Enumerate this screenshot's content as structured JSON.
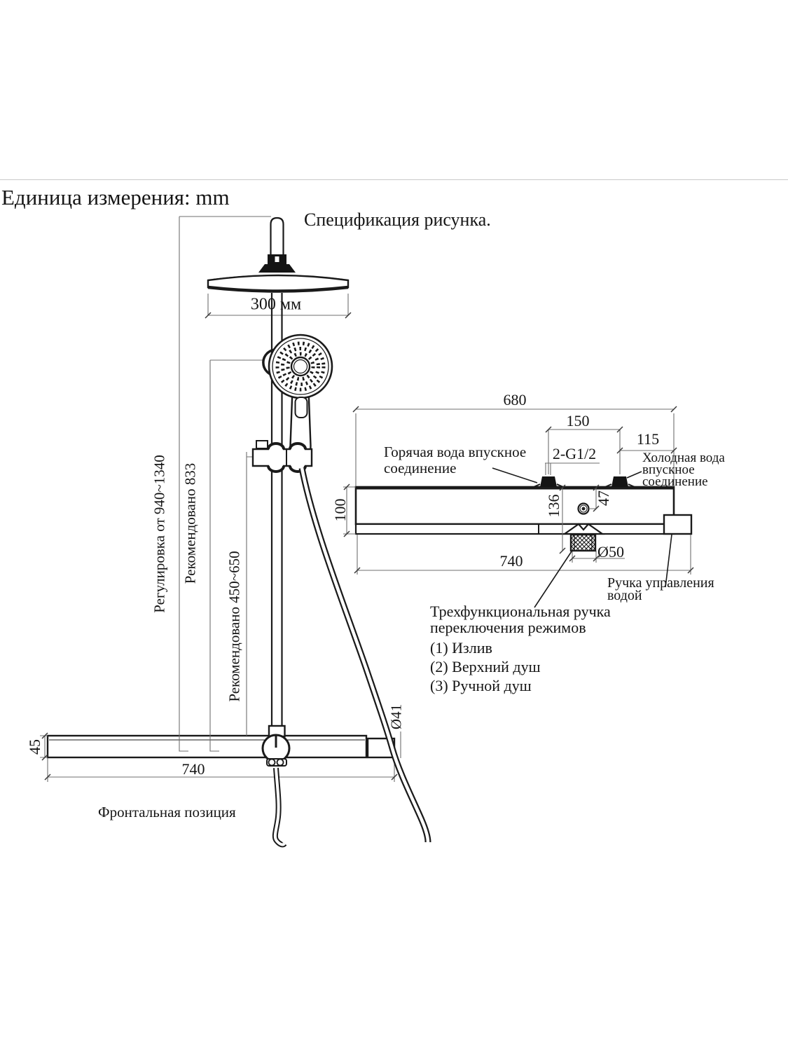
{
  "page": {
    "unit_note": "Единица измерения: mm",
    "spec_title": "Спецификация рисунка."
  },
  "front_view": {
    "head_width": "300 мм",
    "adjust_range": "Регулировка от 940~1340",
    "recommended_height": "Рекомендовано 833",
    "recommended_slider": "Рекомендовано 450~650",
    "bar_height": "45",
    "bar_width": "740",
    "hose_diameter": "Ø41",
    "caption": "Фронтальная позиция"
  },
  "side_view": {
    "overall_width": "680",
    "inlet_spacing": "150",
    "cold_offset": "115",
    "thread_spec": "2-G1/2",
    "hot_inlet_label": "Горячая вода впускное\nсоединение",
    "cold_inlet_label": "Холодная вода\nвпускное\nсоединение",
    "bar_depth": "100",
    "diverter_depth": "136",
    "button_offset": "47",
    "diverter_diameter": "Ø50",
    "bar_width": "740",
    "control_handle_label": "Ручка управления\nводой"
  },
  "diverter": {
    "title": "Трехфункциональная ручка\nпереключения режимов",
    "modes": [
      "(1) Излив",
      "(2) Верхний душ",
      "(3) Ручной душ"
    ]
  },
  "colors": {
    "ink": "#1a1a1a",
    "dimension": "#6f6f6f",
    "rule": "#c9c9c9"
  }
}
